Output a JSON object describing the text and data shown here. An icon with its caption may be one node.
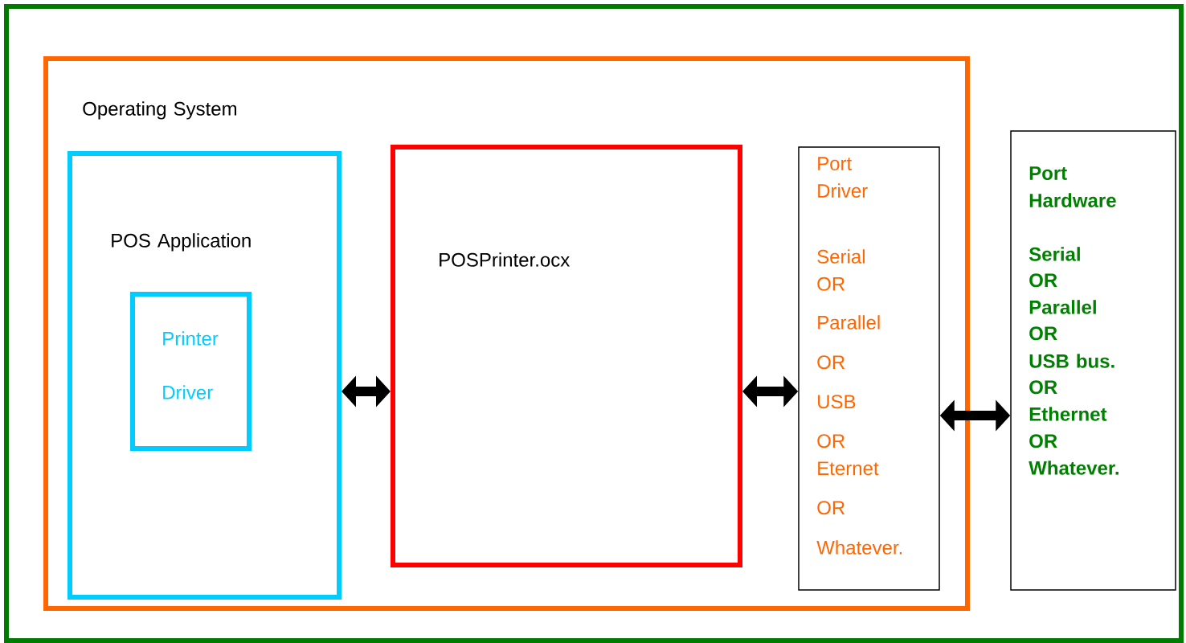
{
  "diagram": {
    "nodes": [
      {
        "text": [],
        "shape": "box"
      },
      {
        "text": [
          "Operating System"
        ],
        "in": 0
      },
      {
        "text": [
          "POS Application"
        ],
        "in": 1
      },
      {
        "text": [
          "Printer Driver"
        ],
        "in": 2
      },
      {
        "text": [
          "POSPrinter.ocx"
        ],
        "in": 1
      },
      {
        "text": [
          "Port Driver",
          "Serial OR",
          "Parallel",
          "OR",
          "USB",
          "OR Eternet",
          "OR",
          "Whatever."
        ],
        "in": 1
      },
      {
        "text": [
          "Port Hardware",
          "Serial",
          "OR",
          "Parallel",
          "OR",
          "USB bus.",
          "OR",
          "Ethernet",
          "OR",
          "Whatever."
        ],
        "in": 0
      }
    ],
    "edges": [
      {
        "from": 2,
        "to": 4,
        "arrow": "both"
      },
      {
        "from": 4,
        "to": 5,
        "arrow": "both"
      },
      {
        "from": 5,
        "to": 6,
        "arrow": "both"
      }
    ]
  }
}
